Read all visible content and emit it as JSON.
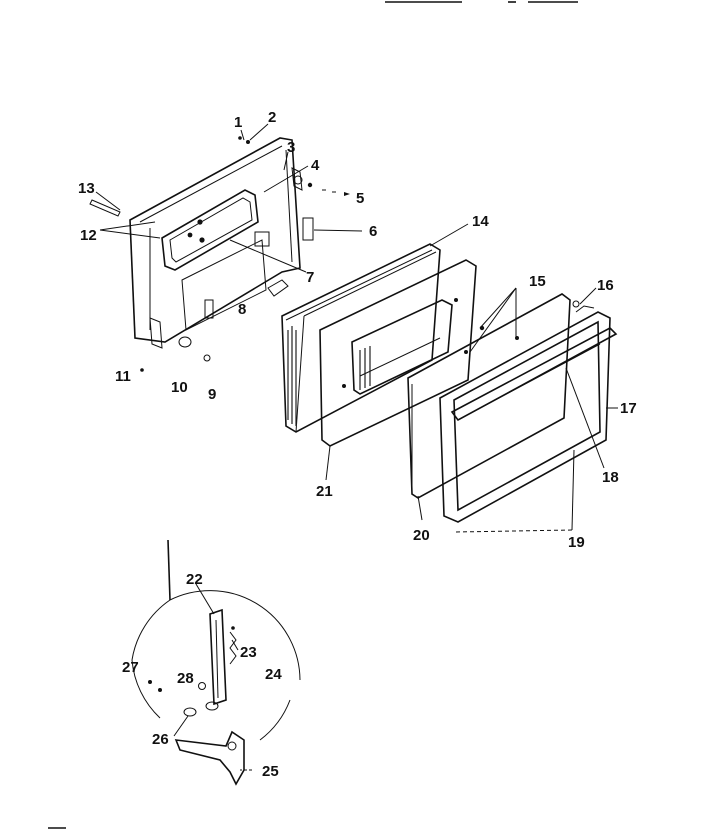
{
  "callouts": [
    "1",
    "2",
    "3",
    "4",
    "5",
    "6",
    "7",
    "8",
    "9",
    "10",
    "11",
    "12",
    "13",
    "14",
    "15",
    "16",
    "17",
    "18",
    "19",
    "20",
    "21",
    "22",
    "23",
    "24",
    "25",
    "26",
    "27",
    "28"
  ]
}
